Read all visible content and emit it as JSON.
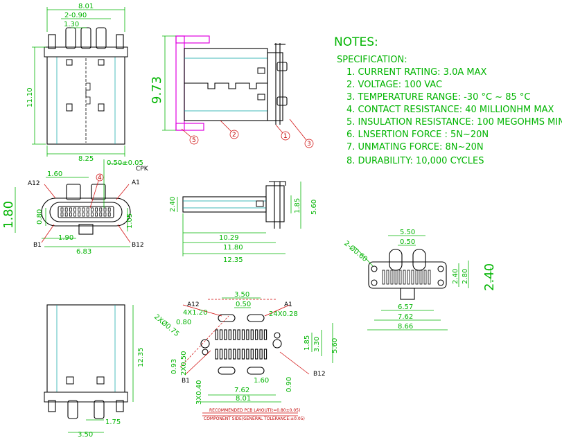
{
  "views": {
    "front": {
      "w_overall": "8.01",
      "pitch_2x": "2-0.90",
      "spacing_1_30": "1.30",
      "height": "11.10",
      "w_body": "8.25"
    },
    "side": {
      "height": "9.73",
      "balloons": [
        "5",
        "2",
        "1",
        "3"
      ]
    },
    "face": {
      "a12": "A12",
      "a1": "A1",
      "b1": "B1",
      "b12": "B12",
      "cpk": "CPK",
      "balloon": "4",
      "d_0_50": "0.50±0.05",
      "d_1_60": "1.60",
      "d_1_80": "1.80",
      "d_0_80": "0.80",
      "d_1_05": "1.05",
      "d_1_90": "1.90",
      "d_6_83": "6.83"
    },
    "length": {
      "d_2_40": "2.40",
      "d_1_85": "1.85",
      "d_5_60": "5.60",
      "d_10_29": "10.29",
      "d_11_80": "11.80",
      "d_12_35": "12.35"
    },
    "mount": {
      "d_5_50": "5.50",
      "d_0_50": "0.50",
      "d_2phi": "2-Ø0.60",
      "d_2_40_small": "2.40",
      "d_2_80": "2.80",
      "d_2_40_large": "2.40",
      "d_6_57": "6.57",
      "d_7_62": "7.62",
      "d_8_66": "8.66"
    },
    "rear": {
      "d_12_35": "12.35",
      "d_1_75": "1.75",
      "d_3_50": "3.50"
    },
    "pcb": {
      "a12": "A12",
      "a1": "A1",
      "b1": "B1",
      "b12": "B12",
      "d_3_50": "3.50",
      "d_0_50": "0.50",
      "d_4x1_20": "4X1.20",
      "d_24x0_28": "24X0.28",
      "d_0_80": "0.80",
      "d_2x0_75": "2XØ0.75",
      "d_0_93": "0.93",
      "d_2x0_50": "2X0.50",
      "d_3x0_40": "3X0.40",
      "d_1_60": "1.60",
      "d_7_62": "7.62",
      "d_8_01": "8.01",
      "d_0_90": "0.90",
      "d_1_85": "1.85",
      "d_3_30": "3.30",
      "d_5_60": "5.60",
      "title1": "RECOMMENDED PCB LAYOUT(t=0.80±0.05)",
      "title2": "COMPONENT SIDE(GENERAL TOLERANCE:±0.05)"
    }
  },
  "notes": {
    "heading": "NOTES:",
    "subheading": "SPECIFICATION:",
    "items": [
      "1. CURRENT RATING: 3.0A MAX",
      "2. VOLTAGE: 100 VAC",
      "3. TEMPERATURE RANGE: -30 °C ~ 85 °C",
      "4. CONTACT RESISTANCE: 40 MILLIONHM MAX",
      "5. INSULATION RESISTANCE: 100 MEGOHMS MIN.",
      "6. LNSERTION FORCE : 5N~20N",
      "7. UNMATING FORCE: 8N~20N",
      "8. DURABILITY:   10,000 CYCLES"
    ]
  }
}
